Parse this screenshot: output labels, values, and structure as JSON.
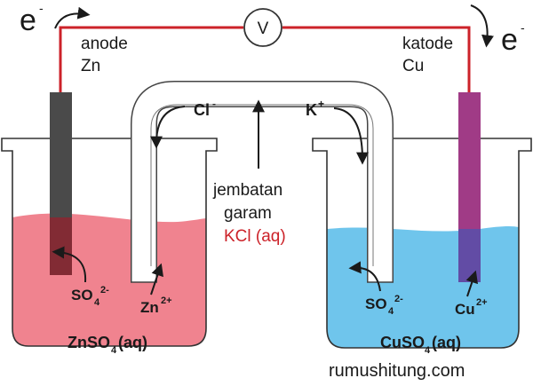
{
  "diagram": {
    "electron_left": "e",
    "electron_left_sup": "-",
    "electron_right": "e",
    "electron_right_sup": "-",
    "voltmeter": "V",
    "anode_label": "anode",
    "anode_metal": "Zn",
    "cathode_label": "katode",
    "cathode_metal": "Cu",
    "cl_ion": "Cl",
    "cl_sup": "-",
    "k_ion": "K",
    "k_sup": "+",
    "bridge_line1": "jembatan",
    "bridge_line2": "garam",
    "bridge_line3": "KCl (aq)",
    "left_sulfate": "SO",
    "left_sulfate_sub": "4",
    "left_sulfate_sup": "2-",
    "zn_ion": "Zn",
    "zn_ion_sup": "2+",
    "left_solution": "ZnSO",
    "left_solution_sub": "4",
    "left_solution_tail": "(aq)",
    "right_sulfate": "SO",
    "right_sulfate_sub": "4",
    "right_sulfate_sup": "2-",
    "cu_ion": "Cu",
    "cu_ion_sup": "2+",
    "right_solution": "CuSO",
    "right_solution_sub": "4",
    "right_solution_tail": "(aq)",
    "watermark": "rumushitung.com"
  },
  "colors": {
    "wire": "#cc2229",
    "left_liquid": "#f0838f",
    "right_liquid": "#6fc5ec",
    "zinc_electrode": "#4a4a4a",
    "copper_electrode": "#a03b86",
    "kcl_text": "#cc2229"
  }
}
